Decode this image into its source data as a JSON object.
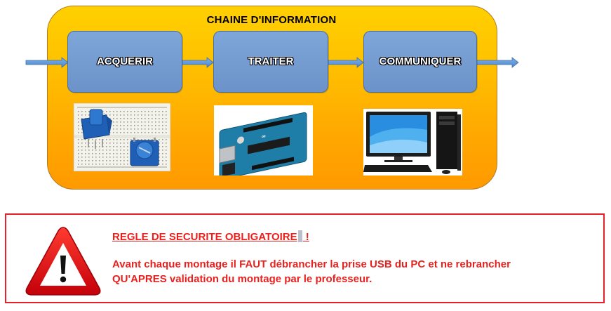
{
  "diagram": {
    "title": "CHAINE D'INFORMATION",
    "blocks": [
      {
        "label": "ACQUERIR"
      },
      {
        "label": "TRAITER"
      },
      {
        "label": "COMMUNIQUER"
      }
    ],
    "colors": {
      "container_fill": "#ffb000",
      "container_top": "#ffd000",
      "block_fill": "#6b93c9",
      "arrow": "#5b8fd0"
    }
  },
  "safety": {
    "heading": "REGLE DE SECURITE OBLIGATOIRE",
    "heading_end": " !",
    "body_line1": "Avant chaque montage il FAUT débrancher la prise USB du PC et ne rebrancher",
    "body_line2": "QU'APRES validation du montage  par le professeur.",
    "icon": "warning-triangle-icon",
    "colors": {
      "text": "#e8201e",
      "border": "#e8202a"
    }
  }
}
